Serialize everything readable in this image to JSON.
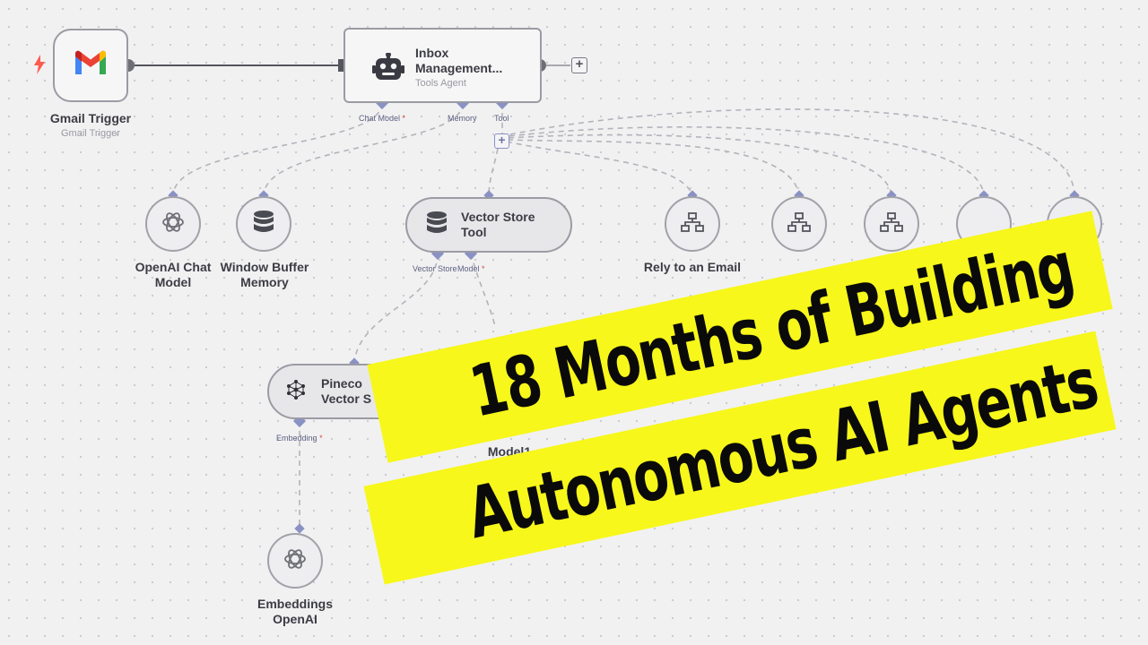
{
  "nodes": {
    "gmail_trigger": {
      "title": "Gmail Trigger",
      "subtitle": "Gmail Trigger"
    },
    "inbox_agent": {
      "title_line1": "Inbox",
      "title_line2": "Management...",
      "subtitle": "Tools Agent"
    },
    "openai_chat": {
      "line1": "OpenAI Chat",
      "line2": "Model"
    },
    "window_buffer": {
      "line1": "Window Buffer",
      "line2": "Memory"
    },
    "vector_store_tool": {
      "line1": "Vector Store",
      "line2": "Tool"
    },
    "reply_email": {
      "title": "Rely to an Email"
    },
    "pinecone": {
      "line1": "Pineco",
      "line2": "Vector S"
    },
    "model1": {
      "title": "Model1"
    },
    "embeddings": {
      "line1": "Embeddings",
      "line2": "OpenAI"
    }
  },
  "ports": {
    "chat_model": "Chat Model",
    "memory": "Memory",
    "tool": "Tool",
    "vector_store": "Vector Store",
    "model": "Model",
    "embedding": "Embedding",
    "required_mark": "*"
  },
  "banner": {
    "line1": "18 Months of Building",
    "line2": "Autonomous AI Agents",
    "color": "#f7f71b"
  },
  "colors": {
    "port": "#8a92c4",
    "wire": "#b3b3bb",
    "trigger_bolt": "#ff5a4e"
  }
}
